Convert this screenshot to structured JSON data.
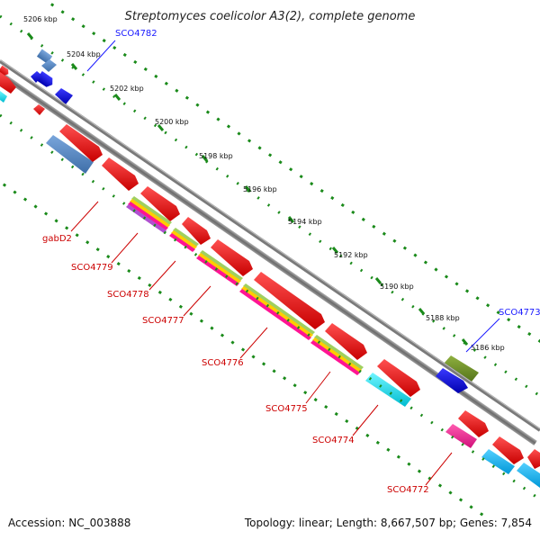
{
  "header": {
    "title": "Streptomyces coelicolor A3(2), complete genome"
  },
  "ruler": {
    "ticks": [
      "5206 kbp",
      "5204 kbp",
      "5202 kbp",
      "5200 kbp",
      "5198 kbp",
      "5196 kbp",
      "5194 kbp",
      "5192 kbp",
      "5190 kbp",
      "5188 kbp",
      "5186 kbp"
    ]
  },
  "gene_labels": {
    "sco4782": "SCO4782",
    "gabd2": "gabD2",
    "sco4779": "SCO4779",
    "sco4778": "SCO4778",
    "sco4777": "SCO4777",
    "sco4776": "SCO4776",
    "sco4775": "SCO4775",
    "sco4774": "SCO4774",
    "sco4773": "SCO4773",
    "sco4772": "SCO4772"
  },
  "colors": {
    "backbone": "#888888",
    "red": "#ff0000",
    "blue": "#0000ff",
    "steelblue": "#4f86c6",
    "cyan": "#00e5f5",
    "sky": "#1ab8ff",
    "olive": "#6b8e23",
    "magenta": "#ff1493",
    "green_track": "#1a8a1a"
  },
  "footer": {
    "accession": "Accession: NC_003888",
    "summary": "Topology: linear; Length: 8,667,507 bp; Genes: 7,854"
  }
}
